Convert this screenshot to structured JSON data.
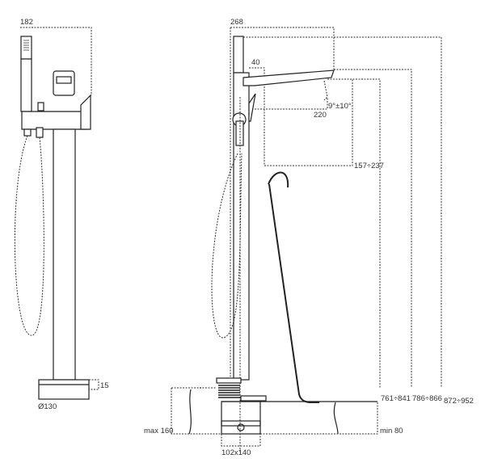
{
  "drawing": {
    "side_view": {
      "width_label": "182",
      "base_height_label": "15",
      "base_diameter_label": "Ø130"
    },
    "front_view": {
      "projection_label": "268",
      "offset_label": "40",
      "spout_angle_label": "9°±10°",
      "spout_reach_label": "220",
      "spout_gap_label": "157÷237",
      "spout_height_label": "761÷841",
      "lever_height_label": "786÷866",
      "overall_height_label": "872÷952",
      "floor_max_label": "max 160",
      "floor_min_label": "min 80",
      "box_size_label": "102x140"
    }
  }
}
